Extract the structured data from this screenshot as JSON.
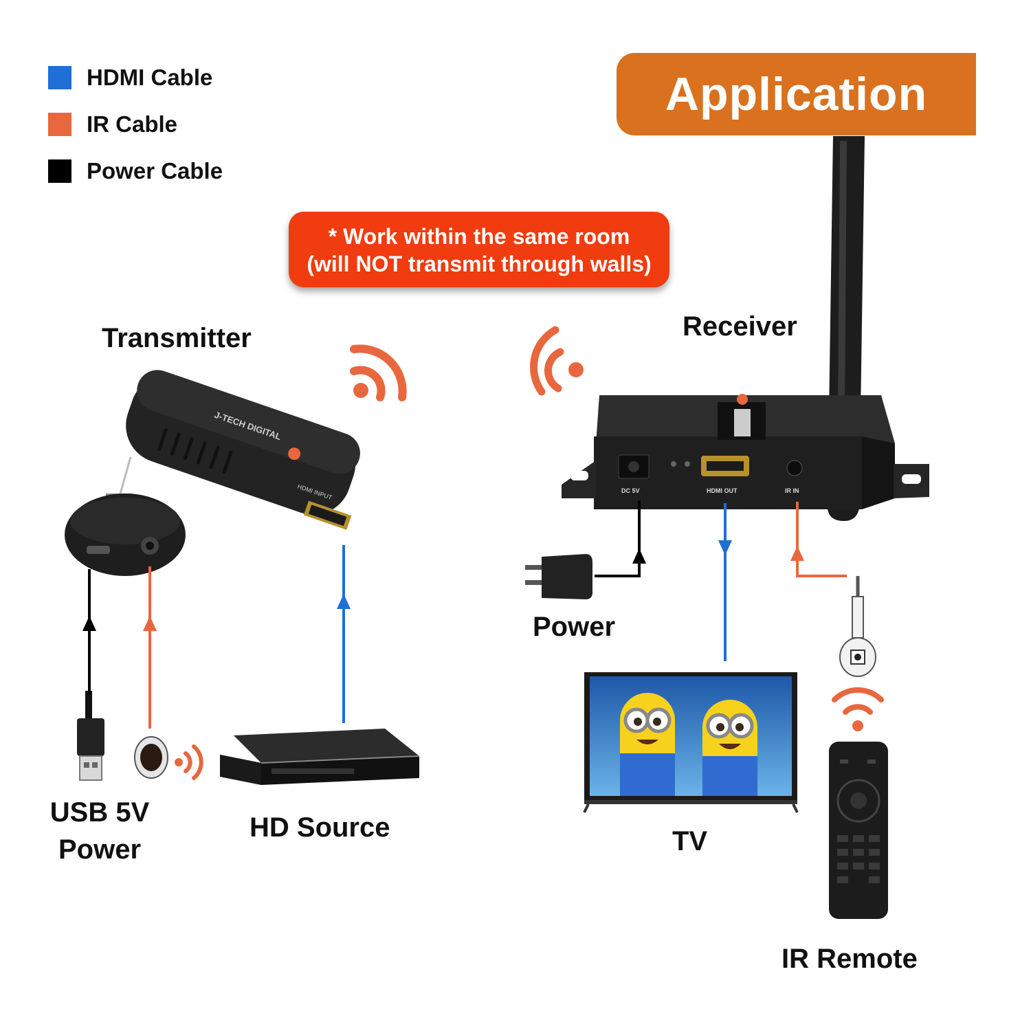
{
  "legend": [
    {
      "label": "HDMI Cable",
      "color": "#1f6fd6"
    },
    {
      "label": "IR Cable",
      "color": "#e8673f"
    },
    {
      "label": "Power Cable",
      "color": "#000000"
    }
  ],
  "banner": {
    "title": "Application",
    "color": "#d9711f"
  },
  "note": {
    "line1": "* Work within the same room",
    "line2": "(will NOT transmit through walls)",
    "color": "#f03c0f"
  },
  "labels": {
    "transmitter": "Transmitter",
    "receiver": "Receiver",
    "usb_power_line1": "USB 5V",
    "usb_power_line2": "Power",
    "hd_source": "HD Source",
    "power": "Power",
    "tv": "TV",
    "ir_remote": "IR Remote"
  },
  "device_text": {
    "transmitter_brand": "J-TECH DIGITAL",
    "transmitter_port": "HDMI INPUT",
    "receiver_dc": "DC 5V",
    "receiver_hdmi": "HDMI OUT",
    "receiver_ir": "IR IN"
  },
  "colors": {
    "hdmi": "#1f6fd6",
    "ir": "#e8673f",
    "power": "#000000",
    "device": "#1e1e1e"
  }
}
